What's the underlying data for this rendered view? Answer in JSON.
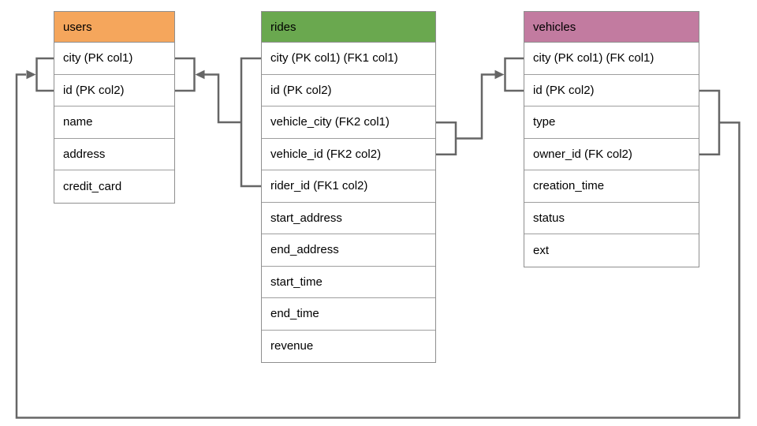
{
  "diagram": {
    "type": "database-schema",
    "connector_color": "#666666",
    "border_color": "#8f8f8f",
    "tables": [
      {
        "name": "users",
        "header_color": "#F5A65C",
        "columns": [
          "city (PK col1)",
          "id (PK col2)",
          "name",
          "address",
          "credit_card"
        ]
      },
      {
        "name": "rides",
        "header_color": "#6AA84F",
        "columns": [
          "city (PK col1) (FK1 col1)",
          "id (PK col2)",
          "vehicle_city (FK2 col1)",
          "vehicle_id (FK2 col2)",
          "rider_id (FK1 col2)",
          "start_address",
          "end_address",
          "start_time",
          "end_time",
          "revenue"
        ]
      },
      {
        "name": "vehicles",
        "header_color": "#C27BA0",
        "columns": [
          "city (PK col1) (FK col1)",
          "id (PK col2)",
          "type",
          "owner_id (FK col2)",
          "creation_time",
          "status",
          "ext"
        ]
      }
    ],
    "relations": [
      {
        "from": "rides (city FK1 col1, rider_id FK1 col2)",
        "to": "users (city, id)"
      },
      {
        "from": "rides (vehicle_city FK2 col1, vehicle_id FK2 col2)",
        "to": "vehicles (city, id)"
      },
      {
        "from": "vehicles (id, owner_id FK col2)",
        "to": "users (city, id)"
      }
    ]
  }
}
